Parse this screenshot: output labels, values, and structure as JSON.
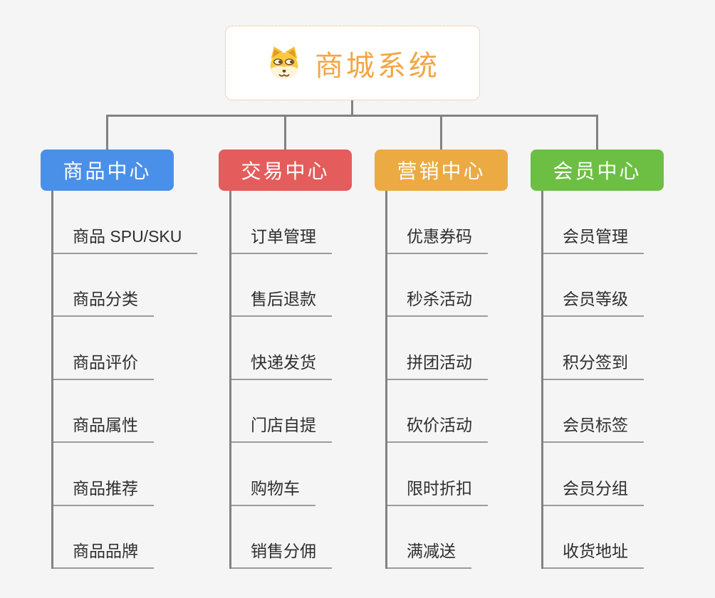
{
  "root": {
    "title": "商城系统",
    "icon": "shiba-dog-icon"
  },
  "branches": [
    {
      "label": "商品中心",
      "color": "#4A90E8",
      "children": [
        "商品 SPU/SKU",
        "商品分类",
        "商品评价",
        "商品属性",
        "商品推荐",
        "商品品牌"
      ]
    },
    {
      "label": "交易中心",
      "color": "#E45C5C",
      "children": [
        "订单管理",
        "售后退款",
        "快递发货",
        "门店自提",
        "购物车",
        "销售分佣"
      ]
    },
    {
      "label": "营销中心",
      "color": "#EBAA42",
      "children": [
        "优惠券码",
        "秒杀活动",
        "拼团活动",
        "砍价活动",
        "限时折扣",
        "满减送"
      ]
    },
    {
      "label": "会员中心",
      "color": "#6CBF43",
      "children": [
        "会员管理",
        "会员等级",
        "积分签到",
        "会员标签",
        "会员分组",
        "收货地址"
      ]
    }
  ],
  "colors": {
    "background": "#F5F5F5",
    "connector": "#828282",
    "root_accent": "#F2A644",
    "root_border": "#F0A85A",
    "leaf_text": "#2E2E2E",
    "leaf_line": "#9B9B9B"
  }
}
